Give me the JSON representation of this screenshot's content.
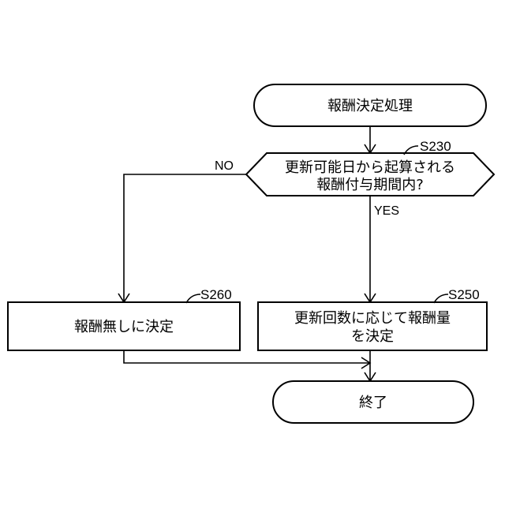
{
  "start": {
    "label": "報酬決定処理"
  },
  "decision": {
    "step": "S230",
    "line1": "更新可能日から起算される",
    "line2": "報酬付与期間内?",
    "no_label": "NO",
    "yes_label": "YES"
  },
  "step_s260": {
    "step": "S260",
    "label": "報酬無しに決定"
  },
  "step_s250": {
    "step": "S250",
    "line1": "更新回数に応じて報酬量",
    "line2": "を決定"
  },
  "end": {
    "label": "終了"
  }
}
